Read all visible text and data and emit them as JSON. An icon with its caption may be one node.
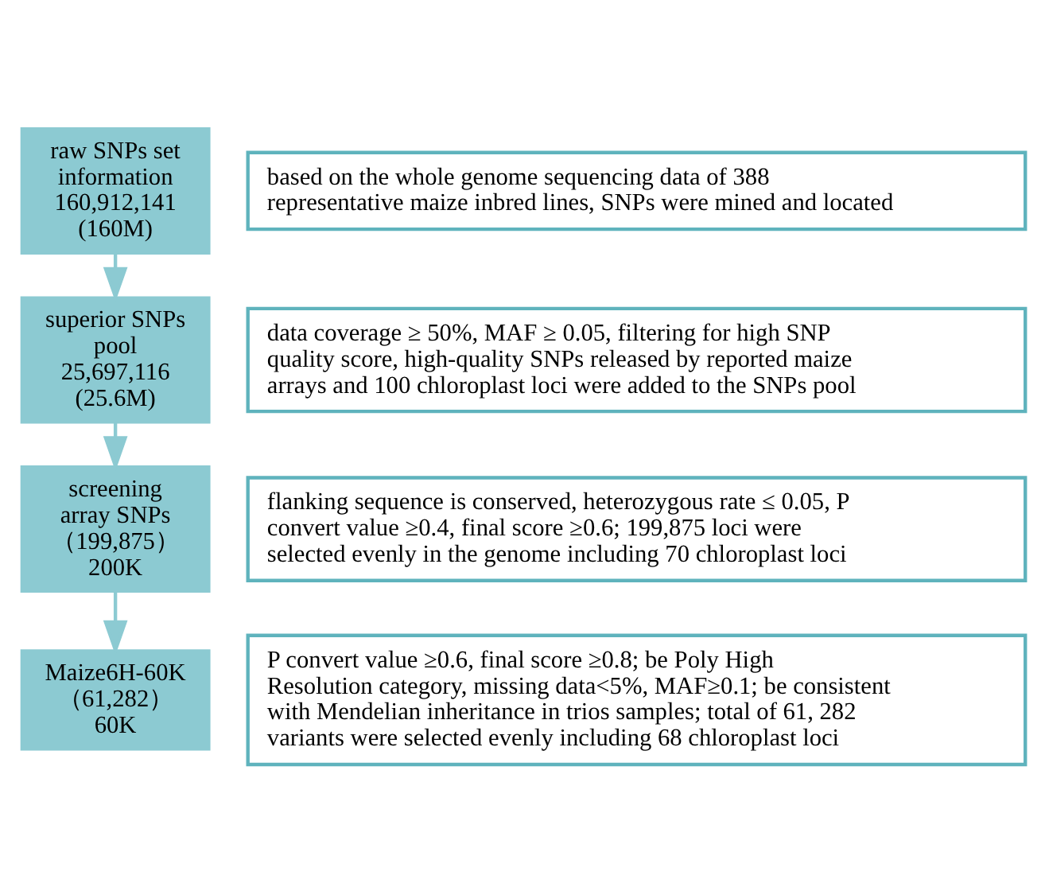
{
  "diagram": {
    "nodes": [
      {
        "text": [
          "raw SNPs set information",
          "160,912,141",
          "(160M)"
        ]
      },
      {
        "text": [
          "based on the whole genome sequencing data of 388 representative maize inbred lines, SNPs were mined and located"
        ]
      },
      {
        "text": [
          "superior SNPs pool",
          "25,697,116",
          "(25.6M)"
        ]
      },
      {
        "text": [
          "data coverage ≥ 50%, MAF ≥ 0.05, filtering for high SNP quality score, high-quality SNPs released by reported maize arrays and 100 chloroplast loci were added to the SNPs pool"
        ]
      },
      {
        "text": [
          "screening array SNPs",
          "（199,875）",
          "200K"
        ]
      },
      {
        "text": [
          "flanking sequence is conserved, heterozygous rate ≤ 0.05, P convert value ≥0.4, final score ≥0.6; 199,875 loci were selected evenly in the genome including 70 chloroplast loci"
        ]
      },
      {
        "text": [
          "Maize6H-60K",
          "（61,282）",
          "60K"
        ]
      },
      {
        "text": [
          "P convert value ≥0.6, final score ≥0.8; be Poly High Resolution category, missing data<5%, MAF≥0.1; be consistent with Mendelian inheritance in trios samples; total of 61, 282 variants were selected evenly including 68 chloroplast loci"
        ]
      }
    ],
    "edges": [
      {
        "from": 0,
        "to": 2,
        "arrow": "to"
      },
      {
        "from": 2,
        "to": 4,
        "arrow": "to"
      },
      {
        "from": 4,
        "to": 6,
        "arrow": "to"
      }
    ]
  }
}
